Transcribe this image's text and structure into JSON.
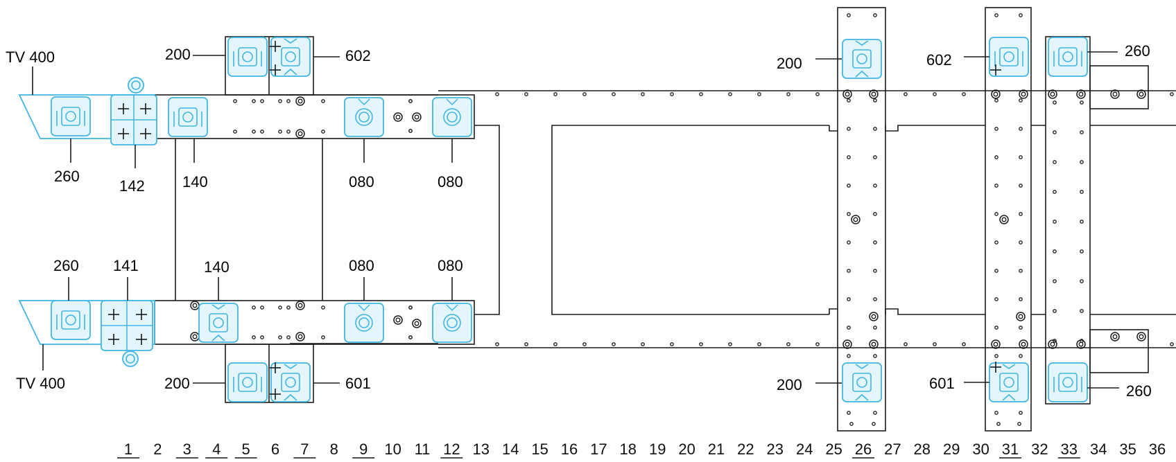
{
  "colors": {
    "line": "#1a1a1a",
    "accent": "#3fb6e3",
    "accent_fill": "#e4f5fc",
    "background": "#ffffff"
  },
  "icons": {
    "mount": "mounting-bracket-icon",
    "cross": "crosshair-marker-icon",
    "round": "round-connector-icon",
    "hole": "bolt-hole-icon"
  },
  "labels": {
    "tv400_top": "TV 400",
    "tv400_bottom": "TV 400",
    "c200_top_left": "200",
    "c602_top_left": "602",
    "c260_left_upper": "260",
    "c142": "142",
    "c140_upper": "140",
    "c080_upper_a": "080",
    "c080_upper_b": "080",
    "c260_left_lower": "260",
    "c141": "141",
    "c140_lower": "140",
    "c080_lower_a": "080",
    "c080_lower_b": "080",
    "c200_bottom_left": "200",
    "c601_bottom_left": "601",
    "c200_top_right": "200",
    "c602_top_right": "602",
    "c260_top_right": "260",
    "c200_bottom_right": "200",
    "c601_bottom_right": "601",
    "c260_bottom_right": "260"
  },
  "position_scale": {
    "numbers": [
      "1",
      "2",
      "3",
      "4",
      "5",
      "6",
      "7",
      "8",
      "9",
      "10",
      "11",
      "12",
      "13",
      "14",
      "15",
      "16",
      "17",
      "18",
      "19",
      "20",
      "21",
      "22",
      "23",
      "24",
      "25",
      "26",
      "27",
      "28",
      "29",
      "30",
      "31",
      "32",
      "33",
      "34",
      "35",
      "36"
    ],
    "underlined": [
      "1",
      "3",
      "4",
      "5",
      "7",
      "9",
      "12",
      "26",
      "31",
      "33"
    ]
  }
}
